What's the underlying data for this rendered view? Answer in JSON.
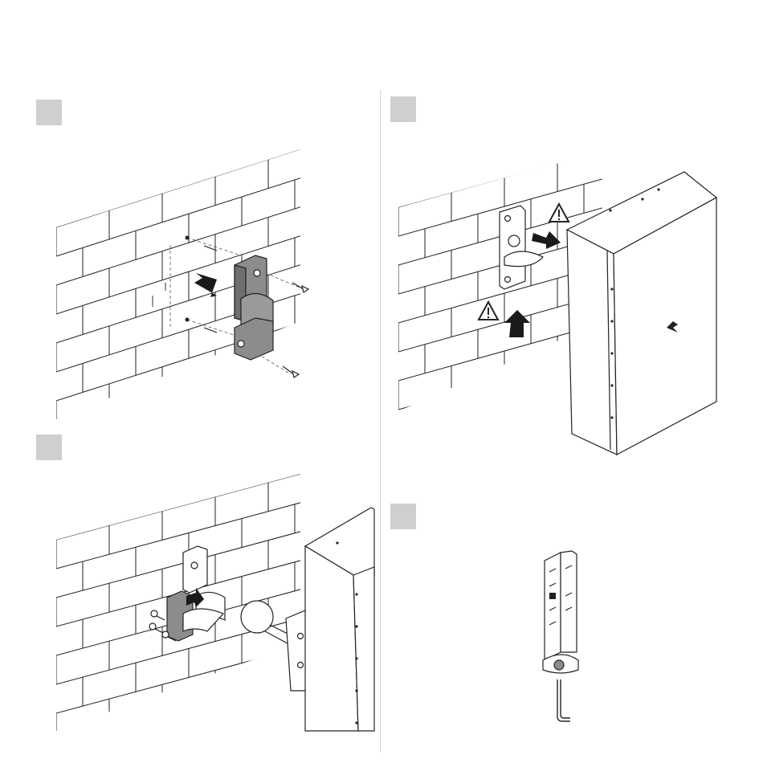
{
  "steps": [
    {
      "id": "step-1",
      "label": ""
    },
    {
      "id": "step-2",
      "label": ""
    },
    {
      "id": "step-3",
      "label": ""
    },
    {
      "id": "step-4",
      "label": ""
    }
  ],
  "icons": {
    "warning": "warning-triangle-icon",
    "direction": "push-arrow-icon",
    "brand": "brand-logo-icon",
    "tool": "allen-key-icon"
  },
  "colors": {
    "ink": "#222222",
    "bracket_fill": "#8c8c8c",
    "step_box": "#cfcfcf",
    "divider": "#d2d2d2",
    "speaker_face": "#ffffff",
    "arrow": "#1a1a1a"
  }
}
